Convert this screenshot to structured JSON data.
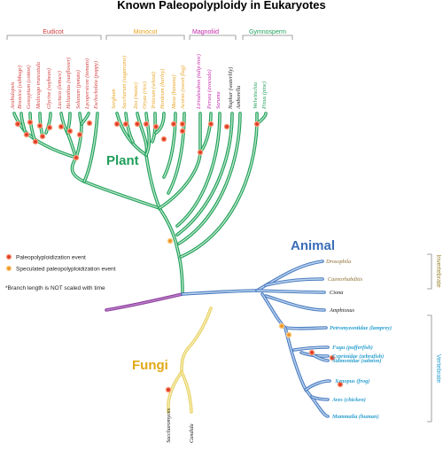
{
  "title": "Known Paleopolyploidy in Eukaryotes",
  "colors": {
    "plant": "#1f9e5a",
    "plant_fill": "#b8e6c6",
    "animal": "#4a7cc0",
    "animal_fill": "#bcd3ee",
    "fungi": "#e8d36a",
    "fungi_fill": "#f6ecb0",
    "root": "#8a3f98",
    "eudicot": "#d03a3a",
    "monocot": "#e6a21e",
    "magnoliid": "#c226a8",
    "gymnosperm": "#1f9e5a",
    "invertebrate": "#a08a3a",
    "vertebrate": "#2a9fd0",
    "event_fill": "#e8503a",
    "spec_fill": "#f2a33a"
  },
  "groups": {
    "eudicot": "Eudicot",
    "monocot": "Monocot",
    "magnoliid": "Magnoliid",
    "gymnosperm": "Gymnosperm",
    "invertebrate": "Invertebrate",
    "vertebrate": "Vertebrate"
  },
  "kingdoms": {
    "plant": "Plant",
    "animal": "Animal",
    "fungi": "Fungi"
  },
  "plant_species": [
    "Arabidopsis",
    "Brassica (cabbage)",
    "Gossypium (cotton)",
    "Medicago truncatula",
    "Glycine (soybean)",
    "Lactuca (lettuce)",
    "Helianthus (sunflower)",
    "Solanum (potato)",
    "Lycopersicon (tomato)",
    "Eschscholzia (poppy)",
    "Sorghum",
    "Saccharum (sugarcane)",
    "Zea (maize)",
    "Oryza (rice)",
    "Triticum (wheat)",
    "Hordeum (barley)",
    "Musa (banana)",
    "Acorus (sweet flag)",
    "Liriodendron (tulip tree)",
    "Persea (avocado)",
    "Saruma",
    "Nuphar (waterlily)",
    "Amborella",
    "Welwitschia",
    "Pinus (pine)"
  ],
  "animal_species": [
    "Drosophila",
    "Caenorhabditis",
    "Ciona",
    "Amphioxus",
    "Petromyzontidae (lamprey)",
    "Fugu (pufferfish)",
    "Cyprinidae (zebrafish)",
    "Salmonidae (salmon)",
    "Xenopus (frog)",
    "Aves (chicken)",
    "Mammalia (human)"
  ],
  "fungi_species": [
    "Saccharomyces",
    "Candida"
  ],
  "legend": {
    "event": "Paleopolyploidization event",
    "speculated": "Speculated paleopolyploidization event",
    "note": "*Branch length is NOT scaled with time"
  }
}
